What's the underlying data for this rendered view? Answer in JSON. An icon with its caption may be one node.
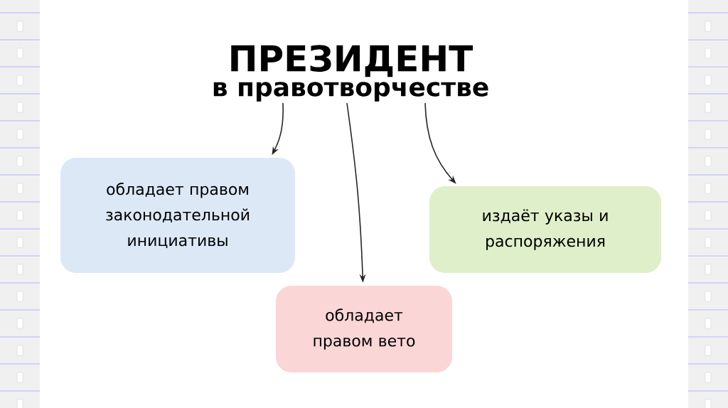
{
  "diagram": {
    "nodes": [
      {
        "text": [
          "ПРЕЗИДЕНТ",
          "в правотворчестве"
        ]
      },
      {
        "text": [
          "обладает правом законодательной инициативы"
        ]
      },
      {
        "text": [
          "обладает правом вето"
        ]
      },
      {
        "text": [
          "издаёт указы и распоряжения"
        ]
      }
    ],
    "edges": [
      {
        "from": 0,
        "to": 1,
        "arrow": "to"
      },
      {
        "from": 0,
        "to": 2,
        "arrow": "to"
      },
      {
        "from": 0,
        "to": 3,
        "arrow": "to"
      }
    ]
  }
}
